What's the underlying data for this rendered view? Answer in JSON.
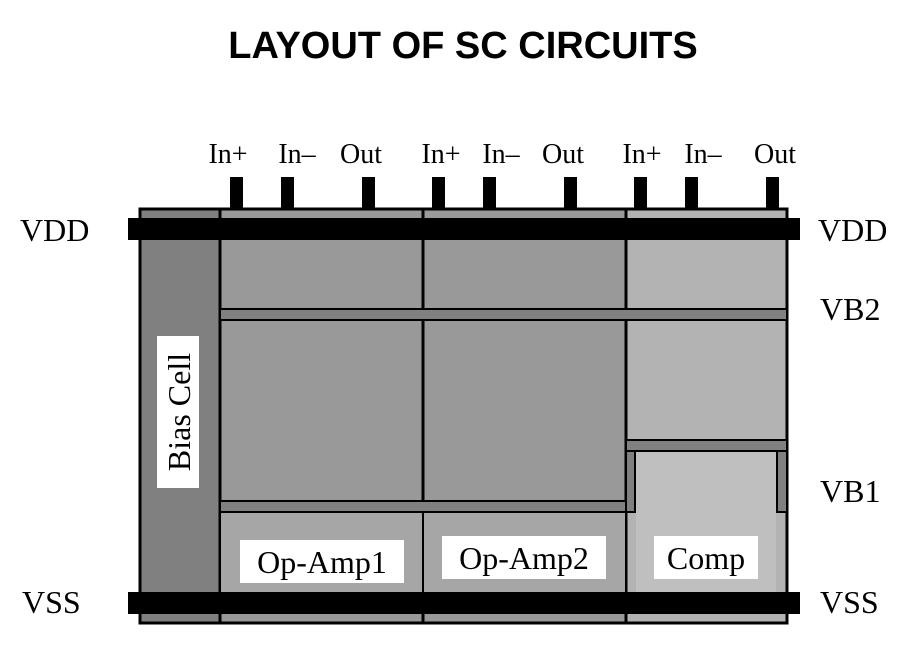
{
  "title": "LAYOUT OF SC CIRCUITS",
  "rails": {
    "vdd_left": "VDD",
    "vdd_right": "VDD",
    "vss_left": "VSS",
    "vss_right": "VSS",
    "vb2": "VB2",
    "vb1": "VB1"
  },
  "pins": [
    "In+",
    "In–",
    "Out",
    "In+",
    "In–",
    "Out",
    "In+",
    "In–",
    "Out"
  ],
  "cells": {
    "bias": "Bias Cell",
    "opamp1": "Op-Amp1",
    "opamp2": "Op-Amp2",
    "comp": "Comp"
  },
  "colors": {
    "bias_fill": "#808080",
    "opamp_fill": "#999999",
    "comp_fill": "#b3b3b3",
    "rail": "#000000",
    "label_box": "#ffffff"
  }
}
